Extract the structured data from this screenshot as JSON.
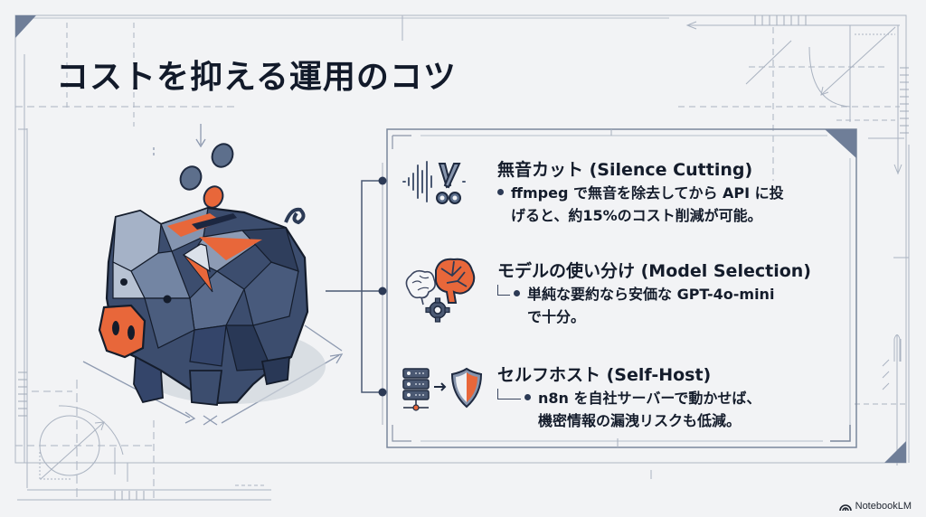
{
  "slide": {
    "title": "コストを抑える運用のコツ",
    "colors": {
      "background": "#f2f3f5",
      "navy": "#2c3a55",
      "slate": "#5d6f8c",
      "accent_orange": "#e8673a",
      "line_gray": "#9aa4b4"
    }
  },
  "illustration": {
    "name": "piggy-bank-low-poly",
    "elements": [
      "falling-coins",
      "down-arrow",
      "isometric-floor-arrows"
    ]
  },
  "tips": [
    {
      "icon": "waveform-scissors-icon",
      "title": "無音カット (Silence Cutting)",
      "marker": "bullet",
      "lines": [
        "ffmpeg で無音を除去してから API に投",
        "げると、約15%のコスト削減が可能。"
      ]
    },
    {
      "icon": "brain-gear-icon",
      "title": "モデルの使い分け (Model Selection)",
      "marker": "corner-bullet",
      "lines": [
        "単純な要約なら安価な GPT-4o-mini",
        "で十分。"
      ]
    },
    {
      "icon": "server-shield-icon",
      "title": "セルフホスト (Self-Host)",
      "marker": "corner-bullet",
      "lines": [
        "n8n を自社サーバーで動かせば、",
        "機密情報の漏洩リスクも低減。"
      ]
    }
  ],
  "branding": {
    "label": "NotebookLM"
  }
}
